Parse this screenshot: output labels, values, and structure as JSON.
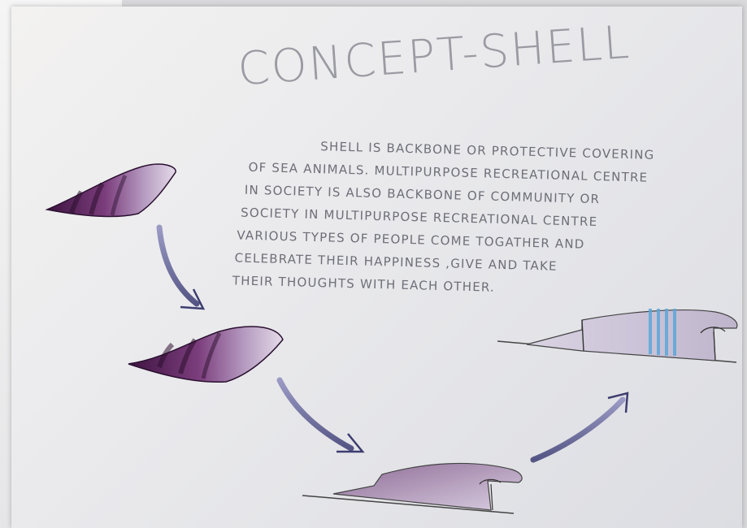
{
  "title": "CONCEPT-SHELL",
  "description_lines": [
    "SHELL IS BACKBONE OR PROTECTIVE COVERING",
    "OF SEA ANIMALS. MULTIPURPOSE RECREATIONAL CENTRE",
    "IN SOCIETY IS ALSO BACKBONE OF COMMUNITY OR",
    "SOCIETY IN MULTIPURPOSE RECREATIONAL CENTRE",
    "VARIOUS TYPES OF PEOPLE COME TOGATHER AND",
    "CELEBRATE THEIR HAPPINESS ,GIVE AND TAKE",
    "THEIR THOUGHTS WITH EACH OTHER."
  ],
  "colors": {
    "paper": "#ecebee",
    "shell_purple": "#6a2f6a",
    "shell_light": "#d9cfe0",
    "arrow": "#6d6d9a",
    "blue_accent": "#5aa7d9"
  }
}
